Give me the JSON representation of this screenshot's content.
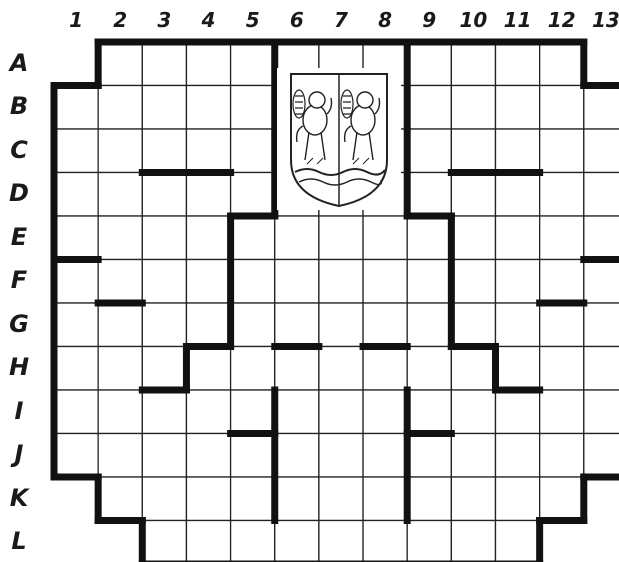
{
  "puzzle": {
    "columns": [
      "1",
      "2",
      "3",
      "4",
      "5",
      "6",
      "7",
      "8",
      "9",
      "10",
      "11",
      "12",
      "13"
    ],
    "rows": [
      "A",
      "B",
      "C",
      "D",
      "E",
      "F",
      "G",
      "H",
      "I",
      "J",
      "K",
      "L"
    ]
  },
  "crest": {
    "icon": "coat-of-arms-icon",
    "colors": {
      "ink": "#1a1a1a",
      "paper": "#ffffff"
    }
  }
}
